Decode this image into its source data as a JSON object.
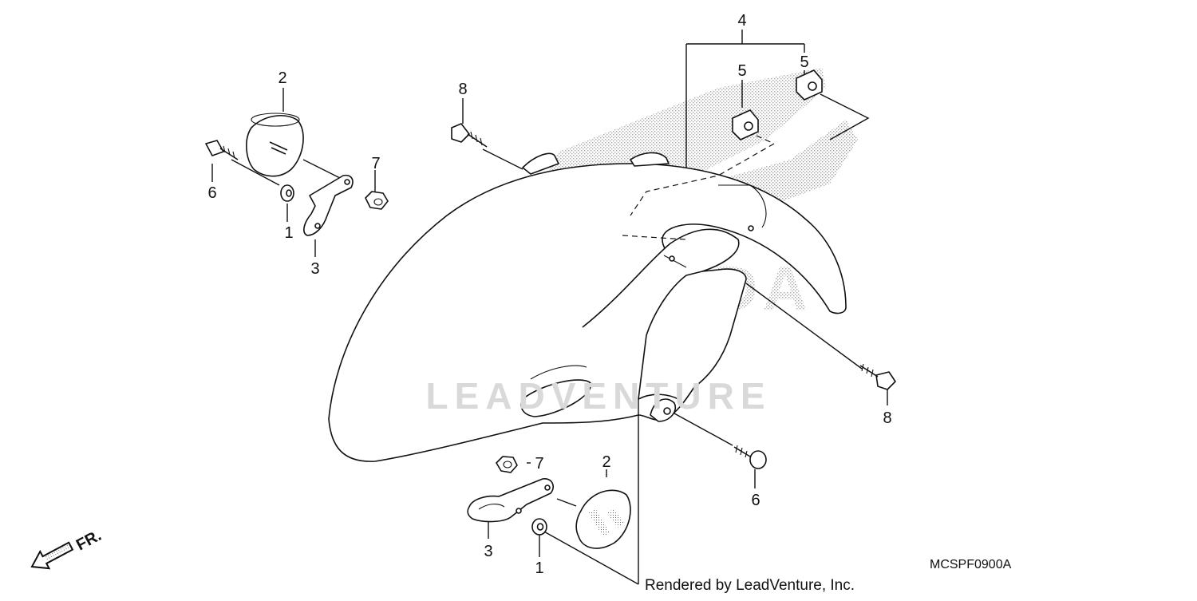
{
  "diagram": {
    "watermark_brand": "HONDA",
    "watermark_text": "LEADVENTURE",
    "direction_label": "FR.",
    "credit": "Rendered by LeadVenture, Inc.",
    "diagram_code": "MCSPF0900A",
    "callouts": {
      "c1_left": "1",
      "c1_bottom": "1",
      "c2_left": "2",
      "c2_bottom": "2",
      "c3_left": "3",
      "c3_bottom": "3",
      "c4_top": "4",
      "c5_a": "5",
      "c5_b": "5",
      "c6_left": "6",
      "c6_bottom": "6",
      "c7_left": "7",
      "c7_bottom": "7",
      "c8_top": "8",
      "c8_right": "8"
    }
  },
  "colors": {
    "ink": "#111111",
    "stipple": "#8a8a8a",
    "watermark": "#d9d9d9"
  }
}
